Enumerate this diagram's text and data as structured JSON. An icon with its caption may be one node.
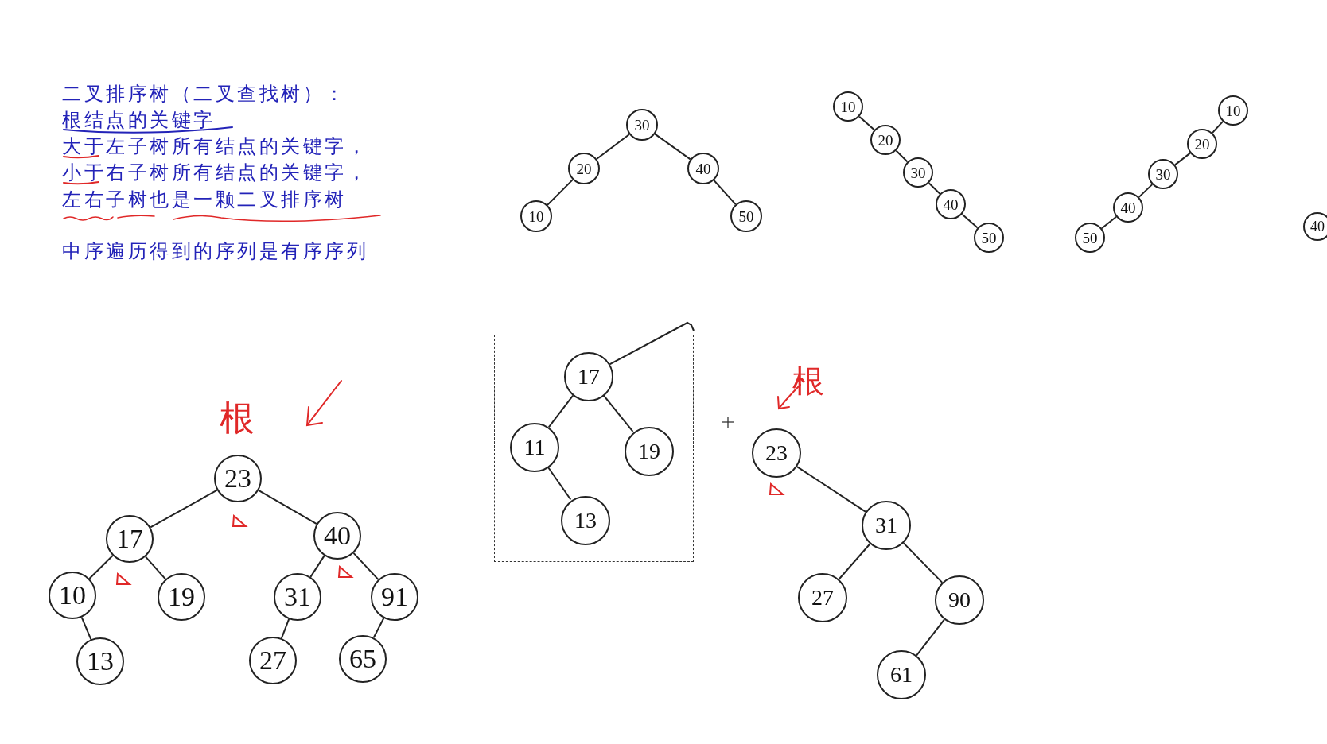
{
  "diagram": {
    "nodes": [
      {
        "text": [
          "30"
        ]
      },
      {
        "text": [
          "20"
        ]
      },
      {
        "text": [
          "40"
        ]
      },
      {
        "text": [
          "10"
        ]
      },
      {
        "text": [
          "50"
        ]
      },
      {
        "text": [
          "10"
        ]
      },
      {
        "text": [
          "20"
        ]
      },
      {
        "text": [
          "30"
        ]
      },
      {
        "text": [
          "40"
        ]
      },
      {
        "text": [
          "50"
        ]
      },
      {
        "text": [
          "10"
        ]
      },
      {
        "text": [
          "20"
        ]
      },
      {
        "text": [
          "30"
        ]
      },
      {
        "text": [
          "40"
        ]
      },
      {
        "text": [
          "50"
        ]
      },
      {
        "text": [
          "40"
        ]
      },
      {
        "text": [
          "23"
        ]
      },
      {
        "text": [
          "17"
        ]
      },
      {
        "text": [
          "40"
        ]
      },
      {
        "text": [
          "10"
        ]
      },
      {
        "text": [
          "19"
        ]
      },
      {
        "text": [
          "31"
        ]
      },
      {
        "text": [
          "91"
        ]
      },
      {
        "text": [
          "13"
        ]
      },
      {
        "text": [
          "27"
        ]
      },
      {
        "text": [
          "65"
        ]
      },
      {
        "text": [],
        "shape": "box"
      },
      {
        "text": [
          "17"
        ],
        "in": 26
      },
      {
        "text": [
          "11"
        ],
        "in": 26
      },
      {
        "text": [
          "19"
        ],
        "in": 26
      },
      {
        "text": [
          "13"
        ],
        "in": 26
      },
      {
        "text": [
          "23"
        ]
      },
      {
        "text": [
          "31"
        ]
      },
      {
        "text": [
          "27"
        ]
      },
      {
        "text": [
          "90"
        ]
      },
      {
        "text": [
          "61"
        ]
      }
    ],
    "edges": [
      {
        "from": 0,
        "to": 1,
        "arrow": "none"
      },
      {
        "from": 0,
        "to": 2,
        "arrow": "none"
      },
      {
        "from": 1,
        "to": 3,
        "arrow": "none"
      },
      {
        "from": 2,
        "to": 4,
        "arrow": "none"
      },
      {
        "from": 5,
        "to": 6,
        "arrow": "none"
      },
      {
        "from": 6,
        "to": 7,
        "arrow": "none"
      },
      {
        "from": 7,
        "to": 8,
        "arrow": "none"
      },
      {
        "from": 8,
        "to": 9,
        "arrow": "none"
      },
      {
        "from": 10,
        "to": 11,
        "arrow": "none"
      },
      {
        "from": 11,
        "to": 12,
        "arrow": "none"
      },
      {
        "from": 12,
        "to": 13,
        "arrow": "none"
      },
      {
        "from": 13,
        "to": 14,
        "arrow": "none"
      },
      {
        "from": 16,
        "to": 17,
        "arrow": "none"
      },
      {
        "from": 16,
        "to": 18,
        "arrow": "none"
      },
      {
        "from": 17,
        "to": 19,
        "arrow": "none"
      },
      {
        "from": 17,
        "to": 20,
        "arrow": "none"
      },
      {
        "from": 18,
        "to": 21,
        "arrow": "none"
      },
      {
        "from": 18,
        "to": 22,
        "arrow": "none"
      },
      {
        "from": 19,
        "to": 23,
        "arrow": "none"
      },
      {
        "from": 21,
        "to": 24,
        "arrow": "none"
      },
      {
        "from": 22,
        "to": 25,
        "arrow": "none"
      },
      {
        "from": 27,
        "to": null,
        "arrow": "none"
      },
      {
        "from": 27,
        "to": 28,
        "arrow": "none"
      },
      {
        "from": 27,
        "to": 29,
        "arrow": "none"
      },
      {
        "from": 28,
        "to": 30,
        "arrow": "none"
      },
      {
        "from": 31,
        "to": 32,
        "arrow": "none"
      },
      {
        "from": 32,
        "to": 33,
        "arrow": "none"
      },
      {
        "from": 32,
        "to": 34,
        "arrow": "none"
      },
      {
        "from": 34,
        "to": 35,
        "arrow": "none"
      }
    ],
    "labels": [
      "二叉排序树（二叉查找树）：",
      "根结点的关键字",
      "大于左子树所有结点的关键字，",
      "小于右子树所有结点的关键字，",
      "左右子树也是一颗二叉排序树",
      "中序遍历得到的序列是有序序列",
      "根",
      "根"
    ]
  }
}
